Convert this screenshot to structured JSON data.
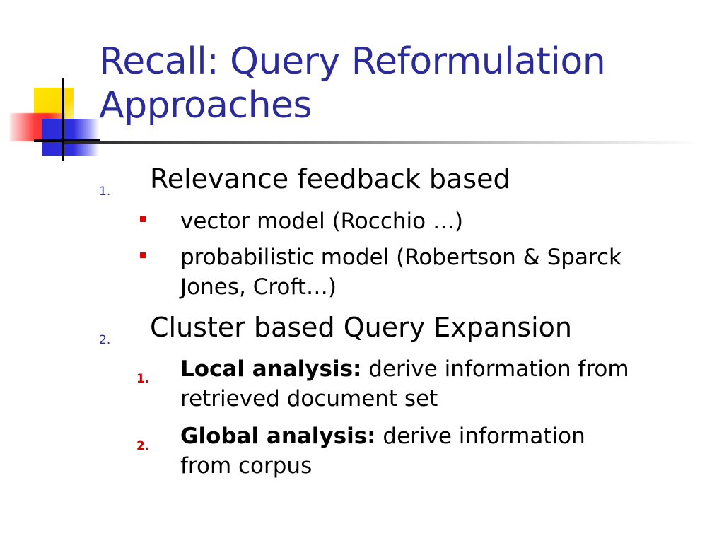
{
  "title": {
    "line1": "Recall: Query Reformulation",
    "line2": "Approaches"
  },
  "items": [
    {
      "number": "1.",
      "text": "Relevance feedback based",
      "subitems": [
        {
          "bullet": "square-bullet",
          "text_line1": "vector model (Rocchio …)"
        },
        {
          "bullet": "square-bullet",
          "text_line1": "probabilistic model (Robertson & Sparck",
          "text_line2": "Jones, Croft…)"
        }
      ]
    },
    {
      "number": "2.",
      "text": "Cluster based Query Expansion",
      "subitems": [
        {
          "number": "1.",
          "bold": "Local analysis:",
          "text_line1": " derive information from",
          "text_line2": "retrieved document set"
        },
        {
          "number": "2.",
          "bold": "Global analysis:",
          "text_line1": " derive information",
          "text_line2": "from corpus"
        }
      ]
    }
  ],
  "colors": {
    "title": "#2b2b9a",
    "bullet": "#e00000",
    "level1_number": "#2b2b9a",
    "level2_number": "#d40000"
  }
}
